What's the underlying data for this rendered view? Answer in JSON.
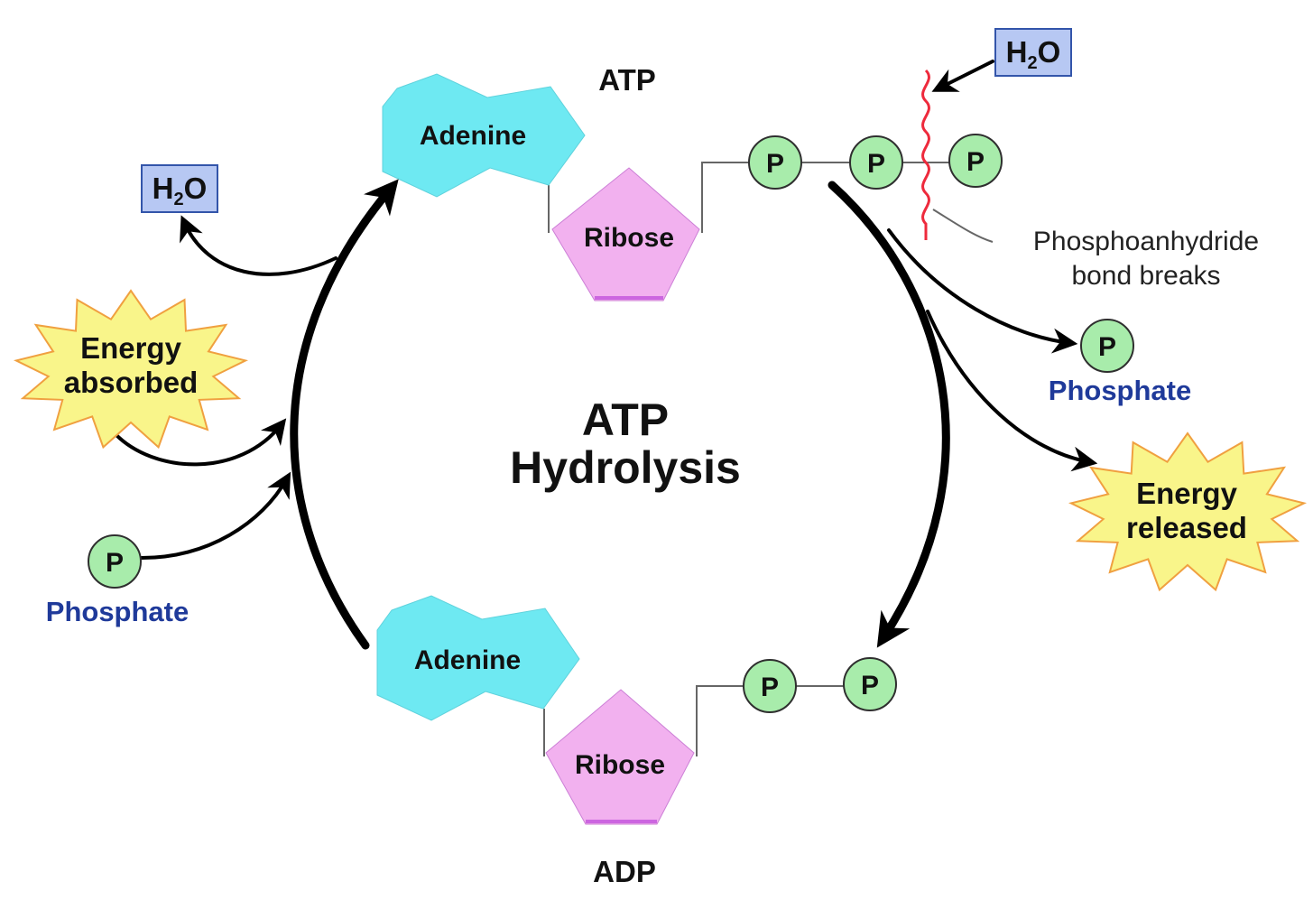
{
  "title": {
    "line1": "ATP",
    "line2": "Hydrolysis"
  },
  "atp": {
    "label": "ATP",
    "adenine": "Adenine",
    "ribose": "Ribose",
    "phosphates": [
      "P",
      "P",
      "P"
    ]
  },
  "adp": {
    "label": "ADP",
    "adenine": "Adenine",
    "ribose": "Ribose",
    "phosphates": [
      "P",
      "P"
    ]
  },
  "water_left": {
    "h": "H",
    "sub": "2",
    "o": "O"
  },
  "water_right": {
    "h": "H",
    "sub": "2",
    "o": "O"
  },
  "energy_absorbed": {
    "line1": "Energy",
    "line2": "absorbed"
  },
  "energy_released": {
    "line1": "Energy",
    "line2": "released"
  },
  "phosphate_left": {
    "symbol": "P",
    "label": "Phosphate"
  },
  "phosphate_right": {
    "symbol": "P",
    "label": "Phosphate"
  },
  "bond_note": {
    "line1": "Phosphoanhydride",
    "line2": "bond breaks"
  },
  "colors": {
    "adenine": "#6ee9f2",
    "ribose": "#f2b1ef",
    "phosphate": "#a8ecab",
    "water_box": "#b7c8f3",
    "energy_star": "#f9f58a",
    "bond_break": "#ee2a3c",
    "label_blue": "#1f3a9a"
  }
}
